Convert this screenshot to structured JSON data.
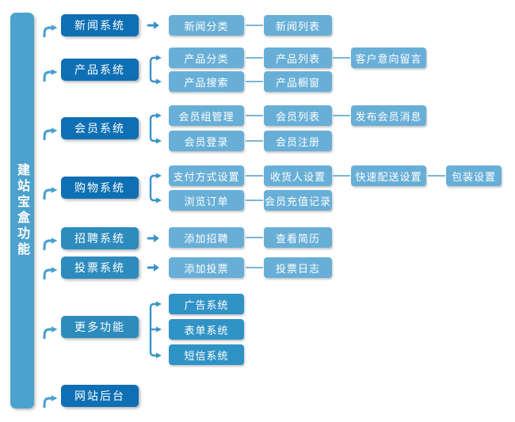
{
  "sidebar": {
    "title": "建站宝盒功能"
  },
  "colors": {
    "sidebar_bar": "#4CA2CE",
    "primary_box": "#0E6FB4",
    "secondary_box": "#2D8CBD",
    "child_box": "#68AFD7",
    "child_box_deep": "#3093C6",
    "connector": "#4BA0D0",
    "line": "#79B5DB",
    "text": "#FFFFFF"
  },
  "groups": [
    {
      "label": "新闻系统",
      "style": "dark",
      "connector": "arrow",
      "children": [
        [
          "新闻分类",
          "新闻列表"
        ]
      ]
    },
    {
      "label": "产品系统",
      "style": "dark",
      "connector": "brace2",
      "children": [
        [
          "产品分类",
          "产品列表",
          "客户意向留言"
        ],
        [
          "产品搜索",
          "产品橱窗"
        ]
      ]
    },
    {
      "label": "会员系统",
      "style": "dark",
      "connector": "brace2",
      "children": [
        [
          "会员组管理",
          "会员列表",
          "发布会员消息"
        ],
        [
          "会员登录",
          "会员注册"
        ]
      ]
    },
    {
      "label": "购物系统",
      "style": "dark",
      "connector": "brace2",
      "children": [
        [
          "支付方式设置",
          "收货人设置",
          "快速配送设置",
          "包装设置"
        ],
        [
          "浏览订单",
          "会员充值记录"
        ]
      ]
    },
    {
      "label": "招聘系统",
      "style": "medium",
      "connector": "arrow",
      "children": [
        [
          "添加招聘",
          "查看简历"
        ]
      ]
    },
    {
      "label": "投票系统",
      "style": "medium",
      "connector": "arrow",
      "children": [
        [
          "添加投票",
          "投票日志"
        ]
      ]
    },
    {
      "label": "更多功能",
      "style": "medium",
      "connector": "brace3",
      "children": [
        [
          "广告系统"
        ],
        [
          "表单系统"
        ],
        [
          "短信系统"
        ]
      ]
    },
    {
      "label": "网站后台",
      "style": "dark",
      "connector": "none",
      "children": []
    }
  ]
}
